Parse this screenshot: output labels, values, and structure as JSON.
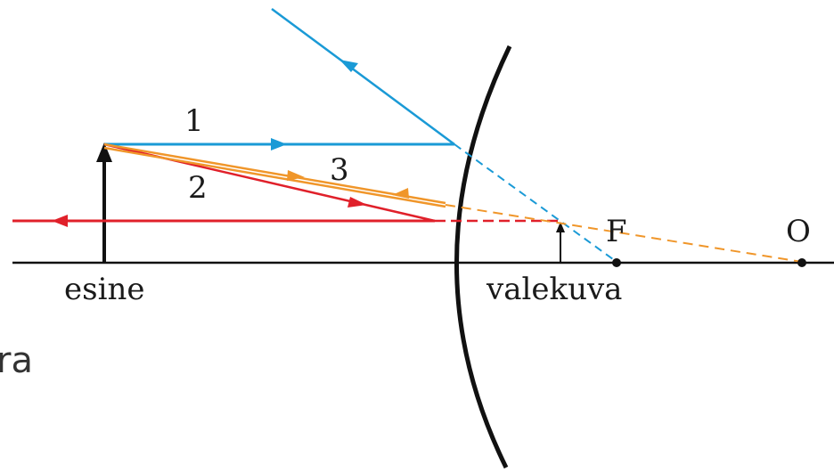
{
  "labels": {
    "object": "esine",
    "virtual_image": "valekuva",
    "focal_point": "F",
    "center_of_curvature": "O",
    "ray_1": "1",
    "ray_2": "2",
    "ray_3": "3",
    "cut_text": "ra"
  },
  "colors": {
    "ray_1": "#1a9ad6",
    "ray_2": "#e0202a",
    "ray_3": "#f0962a",
    "mirror": "#111111",
    "axis": "#111111",
    "object_arrow": "#111111"
  }
}
